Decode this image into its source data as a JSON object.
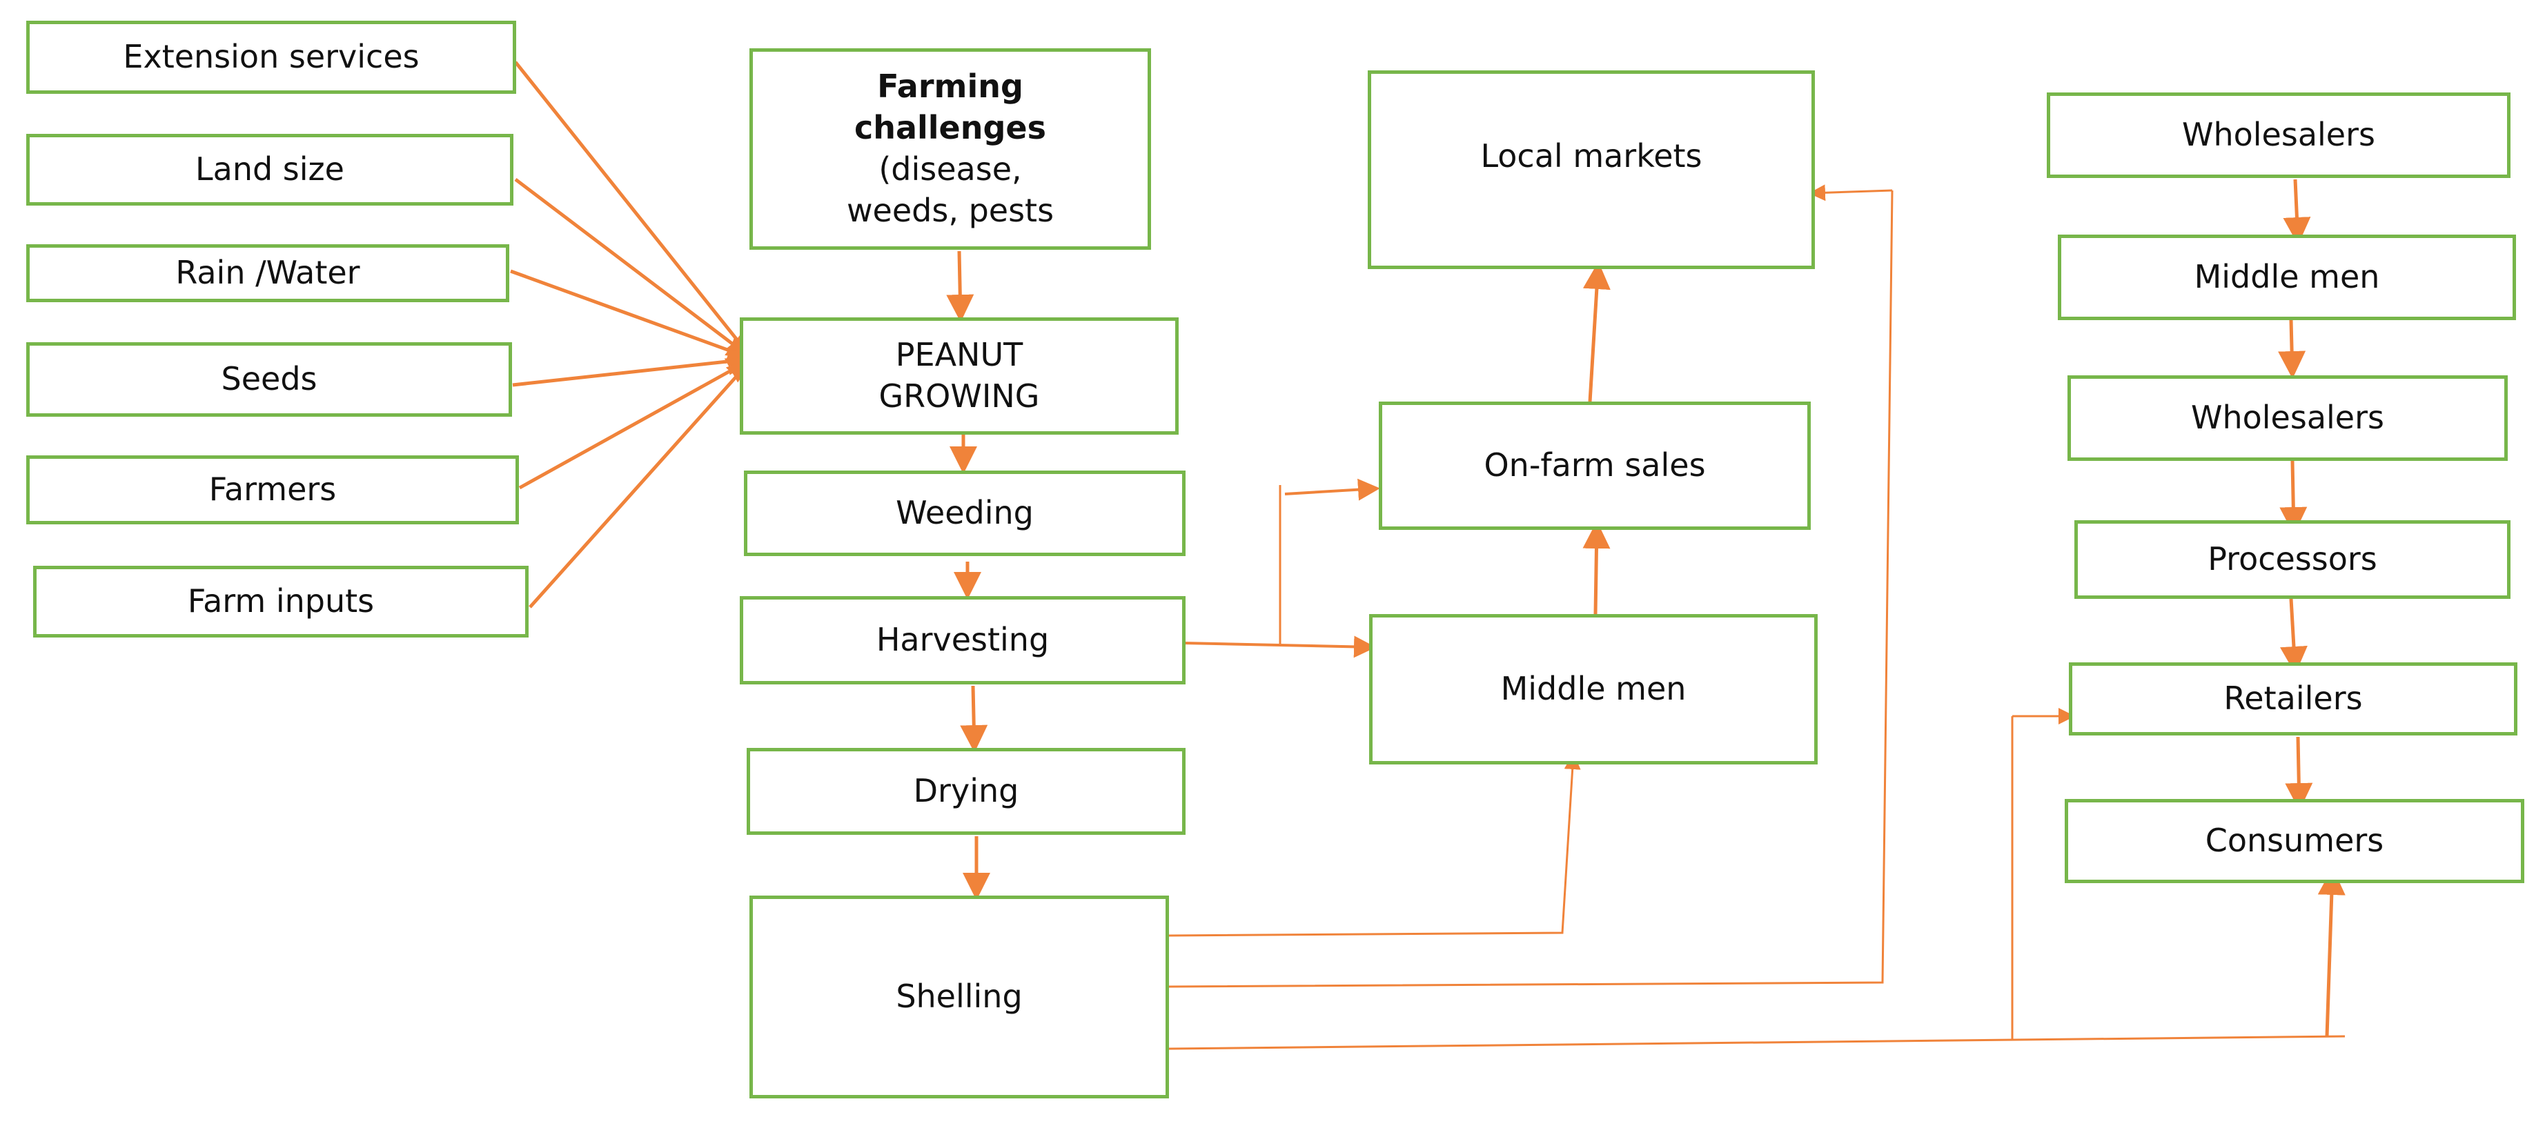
{
  "colors": {
    "box_border": "#77b64a",
    "arrow": "#f0833a",
    "text": "#111111"
  },
  "inputs": {
    "extension_services": "Extension services",
    "land_size": "Land size",
    "rain_water": "Rain /Water",
    "seeds": "Seeds",
    "farmers": "Farmers",
    "farm_inputs": "Farm inputs"
  },
  "challenges": {
    "line1": "Farming",
    "line2": "challenges",
    "line3": "(disease,",
    "line4": "weeds, pests"
  },
  "process": {
    "peanut_growing_1": "PEANUT",
    "peanut_growing_2": "GROWING",
    "weeding": "Weeding",
    "harvesting": "Harvesting",
    "drying": "Drying",
    "shelling": "Shelling"
  },
  "market": {
    "local_markets": "Local markets",
    "on_farm_sales": "On-farm sales",
    "middle_men": "Middle men"
  },
  "chain": {
    "wholesalers_1": "Wholesalers",
    "middle_men": "Middle men",
    "wholesalers_2": "Wholesalers",
    "processors": "Processors",
    "retailers": "Retailers",
    "consumers": "Consumers"
  }
}
